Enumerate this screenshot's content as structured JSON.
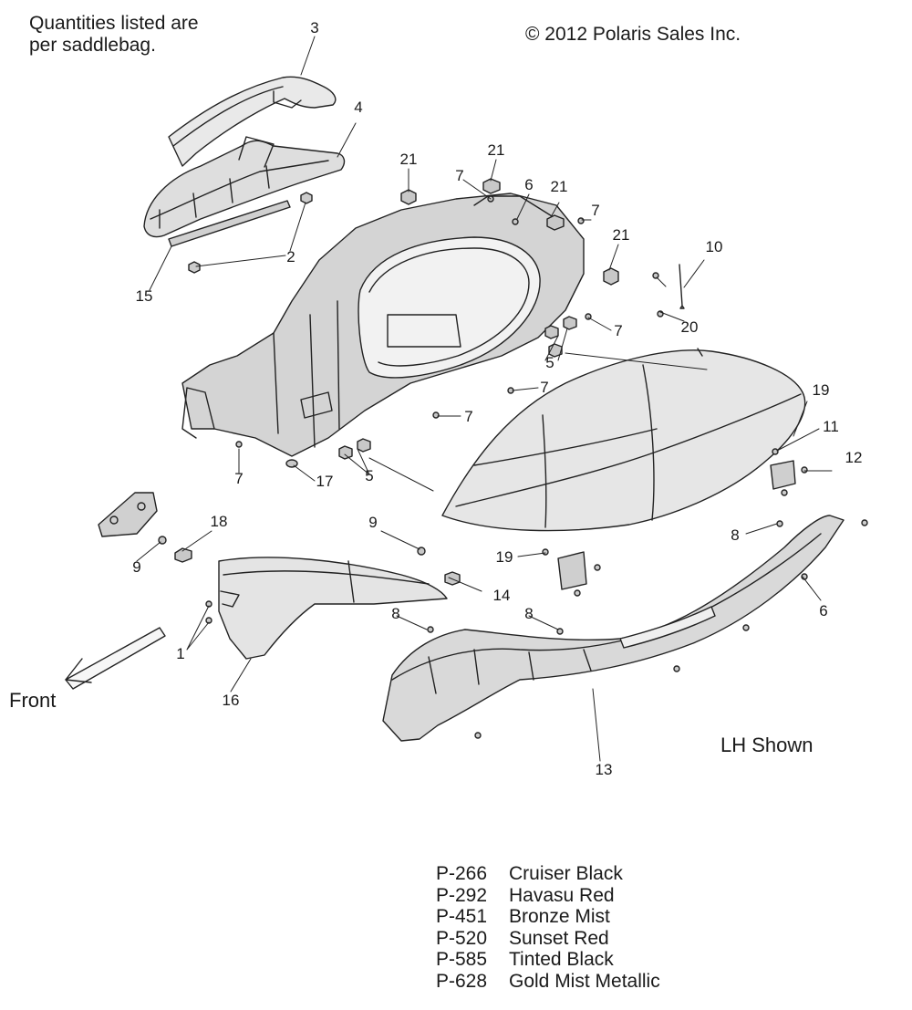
{
  "header": {
    "note_line1": "Quantities listed are",
    "note_line2": "per saddlebag.",
    "copyright": "© 2012 Polaris Sales Inc."
  },
  "labels": {
    "front": "Front",
    "view": "LH Shown"
  },
  "callouts": [
    "3",
    "4",
    "21",
    "21",
    "7",
    "6",
    "21",
    "7",
    "21",
    "10",
    "2",
    "15",
    "20",
    "7",
    "5",
    "7",
    "19",
    "7",
    "11",
    "12",
    "7",
    "17",
    "5",
    "18",
    "9",
    "9",
    "8",
    "19",
    "14",
    "8",
    "8",
    "6",
    "1",
    "16",
    "13"
  ],
  "color_codes": [
    {
      "code": "P-266",
      "name": "Cruiser Black"
    },
    {
      "code": "P-292",
      "name": "Havasu Red"
    },
    {
      "code": "P-451",
      "name": "Bronze Mist"
    },
    {
      "code": "P-520",
      "name": "Sunset Red"
    },
    {
      "code": "P-585",
      "name": "Tinted Black"
    },
    {
      "code": "P-628",
      "name": "Gold Mist Metallic"
    }
  ]
}
